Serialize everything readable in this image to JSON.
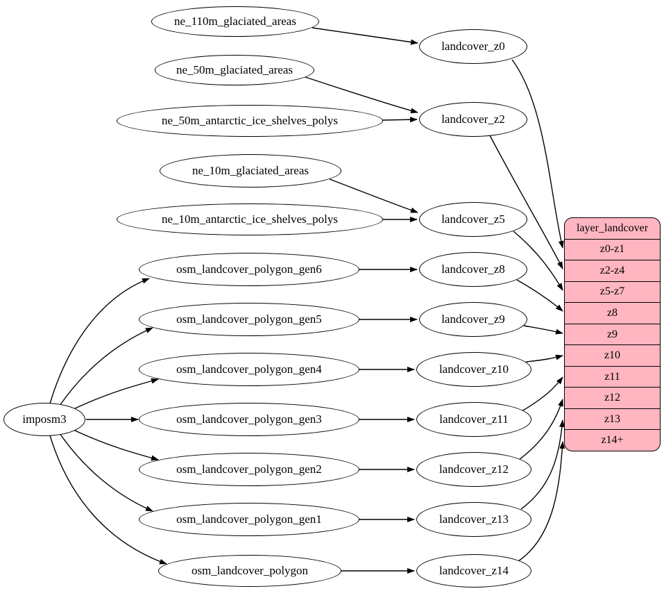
{
  "colors": {
    "background": "#ffffff",
    "edge": "#000000",
    "node_fill": "#ffffff",
    "node_border": "#000000",
    "table_fill": "#ffb6c1"
  },
  "nodes": [
    {
      "id": "imposm3",
      "label": "imposm3"
    },
    {
      "id": "ne_110m_glaciated_areas",
      "label": "ne_110m_glaciated_areas"
    },
    {
      "id": "ne_50m_glaciated_areas",
      "label": "ne_50m_glaciated_areas"
    },
    {
      "id": "ne_50m_antarctic_ice_shelves_polys",
      "label": "ne_50m_antarctic_ice_shelves_polys"
    },
    {
      "id": "ne_10m_glaciated_areas",
      "label": "ne_10m_glaciated_areas"
    },
    {
      "id": "ne_10m_antarctic_ice_shelves_polys",
      "label": "ne_10m_antarctic_ice_shelves_polys"
    },
    {
      "id": "osm_landcover_polygon_gen6",
      "label": "osm_landcover_polygon_gen6"
    },
    {
      "id": "osm_landcover_polygon_gen5",
      "label": "osm_landcover_polygon_gen5"
    },
    {
      "id": "osm_landcover_polygon_gen4",
      "label": "osm_landcover_polygon_gen4"
    },
    {
      "id": "osm_landcover_polygon_gen3",
      "label": "osm_landcover_polygon_gen3"
    },
    {
      "id": "osm_landcover_polygon_gen2",
      "label": "osm_landcover_polygon_gen2"
    },
    {
      "id": "osm_landcover_polygon_gen1",
      "label": "osm_landcover_polygon_gen1"
    },
    {
      "id": "osm_landcover_polygon",
      "label": "osm_landcover_polygon"
    },
    {
      "id": "landcover_z0",
      "label": "landcover_z0"
    },
    {
      "id": "landcover_z2",
      "label": "landcover_z2"
    },
    {
      "id": "landcover_z5",
      "label": "landcover_z5"
    },
    {
      "id": "landcover_z8",
      "label": "landcover_z8"
    },
    {
      "id": "landcover_z9",
      "label": "landcover_z9"
    },
    {
      "id": "landcover_z10",
      "label": "landcover_z10"
    },
    {
      "id": "landcover_z11",
      "label": "landcover_z11"
    },
    {
      "id": "landcover_z12",
      "label": "landcover_z12"
    },
    {
      "id": "landcover_z13",
      "label": "landcover_z13"
    },
    {
      "id": "landcover_z14",
      "label": "landcover_z14"
    }
  ],
  "table": {
    "title": "layer_landcover",
    "rows": [
      "z0-z1",
      "z2-z4",
      "z5-z7",
      "z8",
      "z9",
      "z10",
      "z11",
      "z12",
      "z13",
      "z14+"
    ]
  },
  "edges": [
    {
      "from": "ne_110m_glaciated_areas",
      "to": "landcover_z0"
    },
    {
      "from": "ne_50m_glaciated_areas",
      "to": "landcover_z2"
    },
    {
      "from": "ne_50m_antarctic_ice_shelves_polys",
      "to": "landcover_z2"
    },
    {
      "from": "ne_10m_glaciated_areas",
      "to": "landcover_z5"
    },
    {
      "from": "ne_10m_antarctic_ice_shelves_polys",
      "to": "landcover_z5"
    },
    {
      "from": "imposm3",
      "to": "osm_landcover_polygon_gen6"
    },
    {
      "from": "imposm3",
      "to": "osm_landcover_polygon_gen5"
    },
    {
      "from": "imposm3",
      "to": "osm_landcover_polygon_gen4"
    },
    {
      "from": "imposm3",
      "to": "osm_landcover_polygon_gen3"
    },
    {
      "from": "imposm3",
      "to": "osm_landcover_polygon_gen2"
    },
    {
      "from": "imposm3",
      "to": "osm_landcover_polygon_gen1"
    },
    {
      "from": "imposm3",
      "to": "osm_landcover_polygon"
    },
    {
      "from": "osm_landcover_polygon_gen6",
      "to": "landcover_z8"
    },
    {
      "from": "osm_landcover_polygon_gen5",
      "to": "landcover_z9"
    },
    {
      "from": "osm_landcover_polygon_gen4",
      "to": "landcover_z10"
    },
    {
      "from": "osm_landcover_polygon_gen3",
      "to": "landcover_z11"
    },
    {
      "from": "osm_landcover_polygon_gen2",
      "to": "landcover_z12"
    },
    {
      "from": "osm_landcover_polygon_gen1",
      "to": "landcover_z13"
    },
    {
      "from": "osm_landcover_polygon",
      "to": "landcover_z14"
    },
    {
      "from": "landcover_z0",
      "to": "layer_landcover.z0-z1"
    },
    {
      "from": "landcover_z2",
      "to": "layer_landcover.z2-z4"
    },
    {
      "from": "landcover_z5",
      "to": "layer_landcover.z5-z7"
    },
    {
      "from": "landcover_z8",
      "to": "layer_landcover.z8"
    },
    {
      "from": "landcover_z9",
      "to": "layer_landcover.z9"
    },
    {
      "from": "landcover_z10",
      "to": "layer_landcover.z10"
    },
    {
      "from": "landcover_z11",
      "to": "layer_landcover.z11"
    },
    {
      "from": "landcover_z12",
      "to": "layer_landcover.z12"
    },
    {
      "from": "landcover_z13",
      "to": "layer_landcover.z13"
    },
    {
      "from": "landcover_z14",
      "to": "layer_landcover.z14+"
    }
  ]
}
